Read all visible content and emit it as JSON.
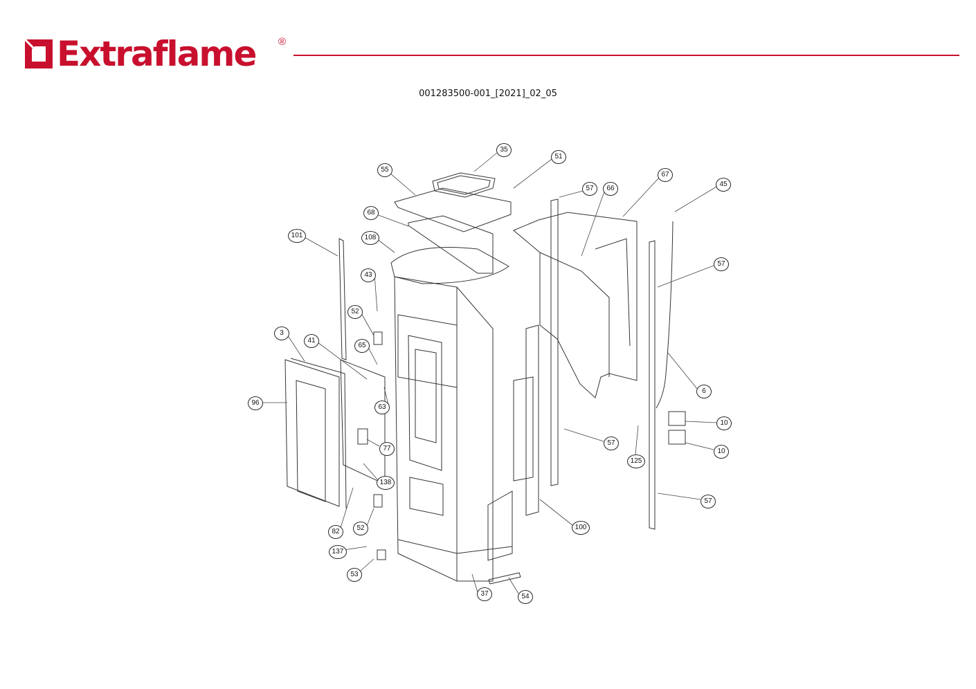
{
  "header": {
    "brand": "Extraflame",
    "registered_mark": "®",
    "brand_color": "#c8102e",
    "document_code": "001283500-001_[2021]_02_05"
  },
  "diagram": {
    "type": "exploded parts view",
    "callouts": [
      "35",
      "51",
      "55",
      "57",
      "66",
      "67",
      "45",
      "68",
      "101",
      "108",
      "57",
      "43",
      "52",
      "3",
      "41",
      "65",
      "6",
      "63",
      "96",
      "10",
      "10",
      "57",
      "77",
      "125",
      "138",
      "57",
      "100",
      "82",
      "52",
      "137",
      "53",
      "37",
      "54"
    ]
  }
}
